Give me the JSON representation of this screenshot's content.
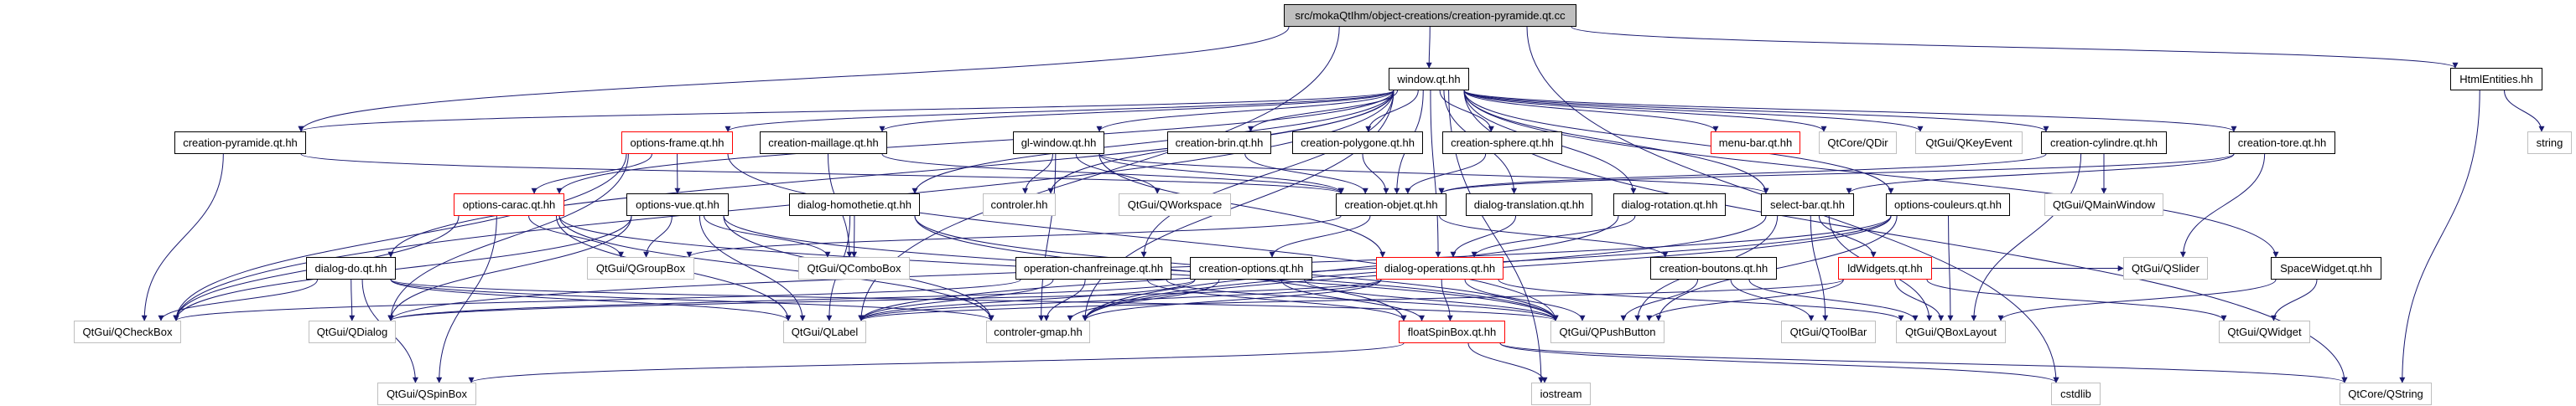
{
  "graph": {
    "edge_color": "#191970",
    "nodes": [
      {
        "id": "root",
        "label": "src/mokaQtIhm/object-creations/creation-pyramide.qt.cc",
        "kind": "root"
      },
      {
        "id": "window",
        "label": "window.qt.hh",
        "kind": "internal"
      },
      {
        "id": "htmlentities",
        "label": "HtmlEntities.hh",
        "kind": "internal"
      },
      {
        "id": "creation-pyramide",
        "label": "creation-pyramide.qt.hh",
        "kind": "internal"
      },
      {
        "id": "options-frame",
        "label": "options-frame.qt.hh",
        "kind": "incomplete"
      },
      {
        "id": "creation-maillage",
        "label": "creation-maillage.qt.hh",
        "kind": "internal"
      },
      {
        "id": "gl-window",
        "label": "gl-window.qt.hh",
        "kind": "internal"
      },
      {
        "id": "creation-brin",
        "label": "creation-brin.qt.hh",
        "kind": "internal"
      },
      {
        "id": "creation-polygone",
        "label": "creation-polygone.qt.hh",
        "kind": "internal"
      },
      {
        "id": "creation-sphere",
        "label": "creation-sphere.qt.hh",
        "kind": "internal"
      },
      {
        "id": "menu-bar",
        "label": "menu-bar.qt.hh",
        "kind": "incomplete"
      },
      {
        "id": "qdir",
        "label": "QtCore/QDir",
        "kind": "external"
      },
      {
        "id": "qkeyevent",
        "label": "QtGui/QKeyEvent",
        "kind": "external"
      },
      {
        "id": "creation-cylindre",
        "label": "creation-cylindre.qt.hh",
        "kind": "internal"
      },
      {
        "id": "creation-tore",
        "label": "creation-tore.qt.hh",
        "kind": "internal"
      },
      {
        "id": "string",
        "label": "string",
        "kind": "external"
      },
      {
        "id": "options-carac",
        "label": "options-carac.qt.hh",
        "kind": "incomplete"
      },
      {
        "id": "options-vue",
        "label": "options-vue.qt.hh",
        "kind": "internal"
      },
      {
        "id": "dialog-homothetie",
        "label": "dialog-homothetie.qt.hh",
        "kind": "internal"
      },
      {
        "id": "controler",
        "label": "controler.hh",
        "kind": "external"
      },
      {
        "id": "qworkspace",
        "label": "QtGui/QWorkspace",
        "kind": "external"
      },
      {
        "id": "creation-objet",
        "label": "creation-objet.qt.hh",
        "kind": "internal"
      },
      {
        "id": "dialog-translation",
        "label": "dialog-translation.qt.hh",
        "kind": "internal"
      },
      {
        "id": "dialog-rotation",
        "label": "dialog-rotation.qt.hh",
        "kind": "internal"
      },
      {
        "id": "select-bar",
        "label": "select-bar.qt.hh",
        "kind": "internal"
      },
      {
        "id": "options-couleurs",
        "label": "options-couleurs.qt.hh",
        "kind": "internal"
      },
      {
        "id": "qmainwindow",
        "label": "QtGui/QMainWindow",
        "kind": "external"
      },
      {
        "id": "dialog-do",
        "label": "dialog-do.qt.hh",
        "kind": "internal"
      },
      {
        "id": "qgroupbox",
        "label": "QtGui/QGroupBox",
        "kind": "external"
      },
      {
        "id": "qcombobox",
        "label": "QtGui/QComboBox",
        "kind": "external"
      },
      {
        "id": "operation-chanfreinage",
        "label": "operation-chanfreinage.qt.hh",
        "kind": "internal"
      },
      {
        "id": "creation-options",
        "label": "creation-options.qt.hh",
        "kind": "internal"
      },
      {
        "id": "dialog-operations",
        "label": "dialog-operations.qt.hh",
        "kind": "incomplete"
      },
      {
        "id": "creation-boutons",
        "label": "creation-boutons.qt.hh",
        "kind": "internal"
      },
      {
        "id": "ldwidgets",
        "label": "ldWidgets.qt.hh",
        "kind": "incomplete"
      },
      {
        "id": "qslider",
        "label": "QtGui/QSlider",
        "kind": "external"
      },
      {
        "id": "spacewidget",
        "label": "SpaceWidget.qt.hh",
        "kind": "internal"
      },
      {
        "id": "qcheckbox",
        "label": "QtGui/QCheckBox",
        "kind": "external"
      },
      {
        "id": "qdialog",
        "label": "QtGui/QDialog",
        "kind": "external"
      },
      {
        "id": "qlabel",
        "label": "QtGui/QLabel",
        "kind": "external"
      },
      {
        "id": "controler-gmap",
        "label": "controler-gmap.hh",
        "kind": "external"
      },
      {
        "id": "floatspinbox",
        "label": "floatSpinBox.qt.hh",
        "kind": "incomplete"
      },
      {
        "id": "qpushbutton",
        "label": "QtGui/QPushButton",
        "kind": "external"
      },
      {
        "id": "qtoolbar",
        "label": "QtGui/QToolBar",
        "kind": "external"
      },
      {
        "id": "qboxlayout",
        "label": "QtGui/QBoxLayout",
        "kind": "external"
      },
      {
        "id": "qwidget",
        "label": "QtGui/QWidget",
        "kind": "external"
      },
      {
        "id": "qspinbox",
        "label": "QtGui/QSpinBox",
        "kind": "external"
      },
      {
        "id": "iostream",
        "label": "iostream",
        "kind": "external"
      },
      {
        "id": "cstdlib",
        "label": "cstdlib",
        "kind": "external"
      },
      {
        "id": "qstring",
        "label": "QtCore/QString",
        "kind": "external"
      }
    ],
    "edges": [
      [
        "root",
        "window"
      ],
      [
        "root",
        "creation-pyramide"
      ],
      [
        "root",
        "htmlentities"
      ],
      [
        "root",
        "qlabel"
      ],
      [
        "root",
        "cstdlib"
      ],
      [
        "window",
        "creation-pyramide"
      ],
      [
        "window",
        "options-frame"
      ],
      [
        "window",
        "creation-maillage"
      ],
      [
        "window",
        "gl-window"
      ],
      [
        "window",
        "creation-brin"
      ],
      [
        "window",
        "creation-polygone"
      ],
      [
        "window",
        "creation-sphere"
      ],
      [
        "window",
        "menu-bar"
      ],
      [
        "window",
        "qdir"
      ],
      [
        "window",
        "qkeyevent"
      ],
      [
        "window",
        "creation-cylindre"
      ],
      [
        "window",
        "creation-tore"
      ],
      [
        "window",
        "options-carac"
      ],
      [
        "window",
        "dialog-do"
      ],
      [
        "window",
        "dialog-homothetie"
      ],
      [
        "window",
        "controler"
      ],
      [
        "window",
        "creation-objet"
      ],
      [
        "window",
        "dialog-translation"
      ],
      [
        "window",
        "dialog-rotation"
      ],
      [
        "window",
        "select-bar"
      ],
      [
        "window",
        "options-couleurs"
      ],
      [
        "window",
        "spacewidget"
      ],
      [
        "window",
        "dialog-operations"
      ],
      [
        "window",
        "operation-chanfreinage"
      ],
      [
        "window",
        "controler-gmap"
      ],
      [
        "window",
        "qcheckbox"
      ],
      [
        "window",
        "iostream"
      ],
      [
        "window",
        "qstring"
      ],
      [
        "creation-pyramide",
        "creation-objet"
      ],
      [
        "creation-pyramide",
        "qcheckbox"
      ],
      [
        "options-frame",
        "options-vue"
      ],
      [
        "options-frame",
        "options-carac"
      ],
      [
        "options-frame",
        "qcheckbox"
      ],
      [
        "options-frame",
        "qpushbutton"
      ],
      [
        "options-frame",
        "qdialog"
      ],
      [
        "creation-maillage",
        "creation-objet"
      ],
      [
        "creation-maillage",
        "qcombobox"
      ],
      [
        "gl-window",
        "controler"
      ],
      [
        "gl-window",
        "qworkspace"
      ],
      [
        "gl-window",
        "creation-objet"
      ],
      [
        "gl-window",
        "dialog-operations"
      ],
      [
        "gl-window",
        "controler-gmap"
      ],
      [
        "gl-window",
        "select-bar"
      ],
      [
        "creation-brin",
        "creation-objet"
      ],
      [
        "creation-polygone",
        "creation-objet"
      ],
      [
        "creation-sphere",
        "creation-objet"
      ],
      [
        "options-carac",
        "qgroupbox"
      ],
      [
        "options-carac",
        "qcheckbox"
      ],
      [
        "options-carac",
        "qlabel"
      ],
      [
        "options-carac",
        "controler-gmap"
      ],
      [
        "options-carac",
        "qpushbutton"
      ],
      [
        "options-carac",
        "qspinbox"
      ],
      [
        "options-vue",
        "qgroupbox"
      ],
      [
        "options-vue",
        "qcombobox"
      ],
      [
        "options-vue",
        "qlabel"
      ],
      [
        "options-vue",
        "qcheckbox"
      ],
      [
        "options-vue",
        "qpushbutton"
      ],
      [
        "options-vue",
        "controler-gmap"
      ],
      [
        "options-vue",
        "qdialog"
      ],
      [
        "dialog-homothetie",
        "qlabel"
      ],
      [
        "dialog-homothetie",
        "qcombobox"
      ],
      [
        "dialog-homothetie",
        "qpushbutton"
      ],
      [
        "dialog-homothetie",
        "floatspinbox"
      ],
      [
        "dialog-do",
        "qdialog"
      ],
      [
        "dialog-do",
        "qspinbox"
      ],
      [
        "dialog-do",
        "qcheckbox"
      ],
      [
        "dialog-do",
        "qlabel"
      ],
      [
        "dialog-do",
        "qpushbutton"
      ],
      [
        "dialog-do",
        "controler-gmap"
      ],
      [
        "creation-objet",
        "creation-options"
      ],
      [
        "creation-objet",
        "creation-boutons"
      ],
      [
        "creation-objet",
        "qgroupbox"
      ],
      [
        "dialog-translation",
        "dialog-operations"
      ],
      [
        "dialog-rotation",
        "dialog-operations"
      ],
      [
        "dialog-rotation",
        "controler-gmap"
      ],
      [
        "creation-cylindre",
        "creation-objet"
      ],
      [
        "creation-cylindre",
        "qmainwindow"
      ],
      [
        "creation-cylindre",
        "qboxlayout"
      ],
      [
        "creation-tore",
        "creation-objet"
      ],
      [
        "creation-tore",
        "qslider"
      ],
      [
        "creation-tore",
        "select-bar"
      ],
      [
        "select-bar",
        "ldwidgets"
      ],
      [
        "select-bar",
        "qtoolbar"
      ],
      [
        "select-bar",
        "qpushbutton"
      ],
      [
        "select-bar",
        "controler-gmap"
      ],
      [
        "select-bar",
        "qboxlayout"
      ],
      [
        "options-couleurs",
        "qboxlayout"
      ],
      [
        "options-couleurs",
        "qdialog"
      ],
      [
        "options-couleurs",
        "qlabel"
      ],
      [
        "options-couleurs",
        "qpushbutton"
      ],
      [
        "options-couleurs",
        "controler-gmap"
      ],
      [
        "dialog-operations",
        "floatspinbox"
      ],
      [
        "dialog-operations",
        "qpushbutton"
      ],
      [
        "dialog-operations",
        "qlabel"
      ],
      [
        "dialog-operations",
        "controler-gmap"
      ],
      [
        "dialog-operations",
        "qdialog"
      ],
      [
        "dialog-operations",
        "qboxlayout"
      ],
      [
        "operation-chanfreinage",
        "floatspinbox"
      ],
      [
        "operation-chanfreinage",
        "qlabel"
      ],
      [
        "operation-chanfreinage",
        "qcheckbox"
      ],
      [
        "operation-chanfreinage",
        "controler-gmap"
      ],
      [
        "operation-chanfreinage",
        "qpushbutton"
      ],
      [
        "creation-options",
        "qlabel"
      ],
      [
        "creation-options",
        "floatspinbox"
      ],
      [
        "creation-options",
        "controler-gmap"
      ],
      [
        "creation-options",
        "qpushbutton"
      ],
      [
        "creation-options",
        "qdialog"
      ],
      [
        "creation-boutons",
        "qpushbutton"
      ],
      [
        "creation-boutons",
        "qtoolbar"
      ],
      [
        "creation-boutons",
        "qboxlayout"
      ],
      [
        "ldwidgets",
        "qslider"
      ],
      [
        "ldwidgets",
        "qwidget"
      ],
      [
        "ldwidgets",
        "qboxlayout"
      ],
      [
        "ldwidgets",
        "qpushbutton"
      ],
      [
        "ldwidgets",
        "qlabel"
      ],
      [
        "floatspinbox",
        "iostream"
      ],
      [
        "floatspinbox",
        "cstdlib"
      ],
      [
        "floatspinbox",
        "qspinbox"
      ],
      [
        "floatspinbox",
        "qstring"
      ],
      [
        "spacewidget",
        "qwidget"
      ],
      [
        "spacewidget",
        "qboxlayout"
      ],
      [
        "htmlentities",
        "string"
      ],
      [
        "htmlentities",
        "qstring"
      ]
    ]
  }
}
